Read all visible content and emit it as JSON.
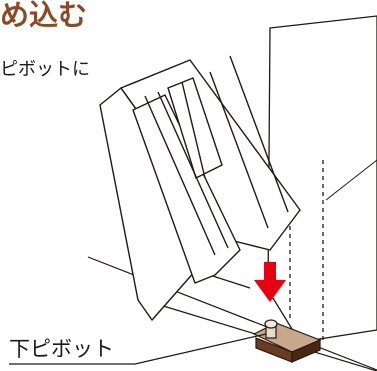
{
  "header": {
    "title": "め込む",
    "subtitle": "ピボットに"
  },
  "callout": {
    "label": "下ピボット"
  },
  "colors": {
    "accent_title": "#8b4a25",
    "text": "#1a1a1a",
    "arrow": "#e60012",
    "pivot_base": "#6b3b1f",
    "line": "#231815"
  },
  "icons": {
    "arrow": "down-arrow-icon"
  }
}
